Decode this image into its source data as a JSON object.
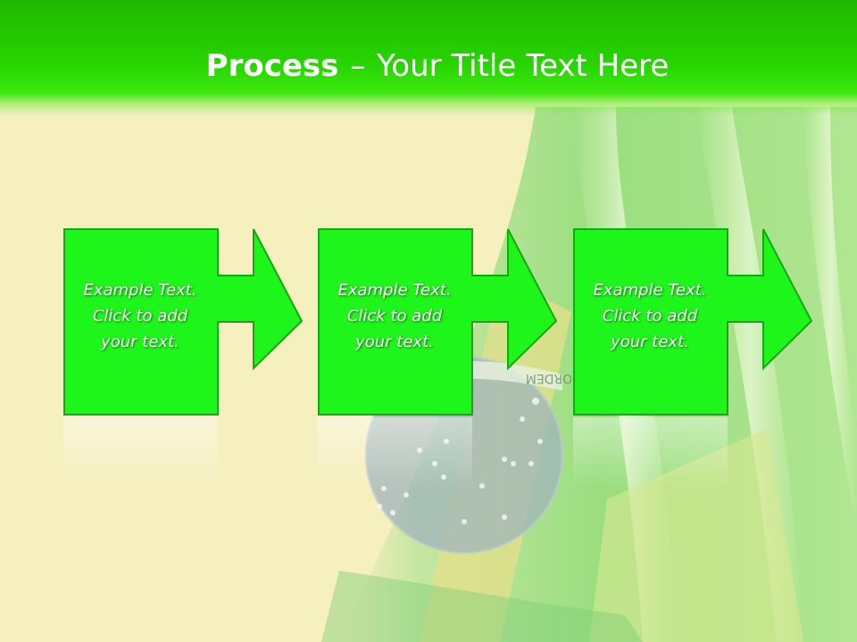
{
  "slide": {
    "title_bold": "Process",
    "title_separator": "–",
    "title_rest": "Your Title Text Here"
  },
  "steps": [
    {
      "line1": "Example Text.",
      "line2": "Click  to add",
      "line3": "your text."
    },
    {
      "line1": "Example Text.",
      "line2": "Click  to add",
      "line3": "your text."
    },
    {
      "line1": "Example Text.",
      "line2": "Click  to add",
      "line3": "your text."
    }
  ],
  "background": {
    "flag_banner_text": "ORDEM",
    "colors": {
      "cream": "#f6efbe",
      "title_green": "#27d400",
      "box_green": "#1ef51a",
      "box_border": "#15a815"
    }
  }
}
